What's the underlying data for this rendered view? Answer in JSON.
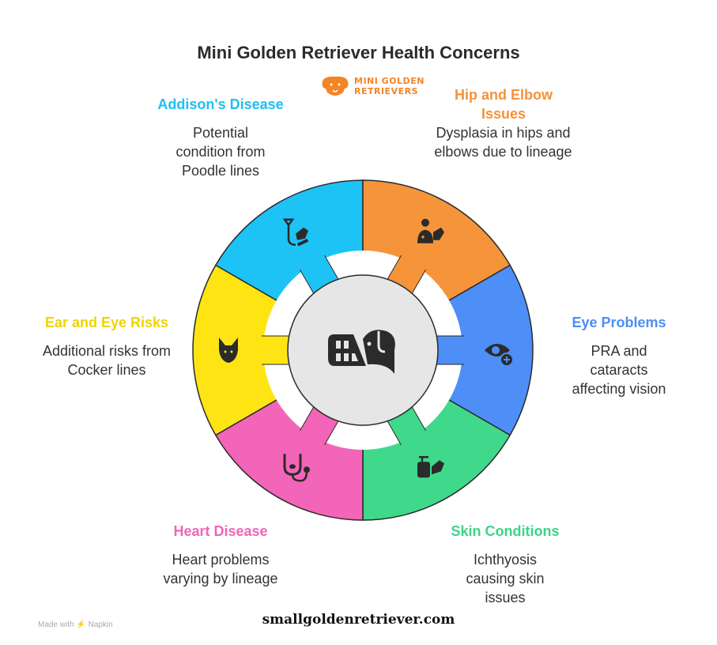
{
  "title": "Mini Golden Retriever Health Concerns",
  "logo": {
    "line1": "MINI GOLDEN",
    "line2": "RETRIEVERS",
    "color": "#F58424"
  },
  "segments": [
    {
      "id": "addisons",
      "title": "Addison's Disease",
      "desc": "Potential condition from Poodle lines",
      "color": "#1EC3F5",
      "text_color": "#1EBFF2",
      "icon": "stethoscope-dog-icon"
    },
    {
      "id": "hip-elbow",
      "title": "Hip and Elbow Issues",
      "desc": "Dysplasia in hips and elbows due to lineage",
      "color": "#F5943A",
      "text_color": "#F5913A",
      "icon": "vet-with-dog-icon"
    },
    {
      "id": "eye-problems",
      "title": "Eye Problems",
      "desc": "PRA and cataracts affecting vision",
      "color": "#4D8EF7",
      "text_color": "#4D8EF7",
      "icon": "eye-plus-icon"
    },
    {
      "id": "skin",
      "title": "Skin Conditions",
      "desc": "Ichthyosis causing skin issues",
      "color": "#40D98C",
      "text_color": "#3DD488",
      "icon": "soap-dog-icon"
    },
    {
      "id": "heart",
      "title": "Heart Disease",
      "desc": "Heart problems varying by lineage",
      "color": "#F265B8",
      "text_color": "#F265B8",
      "icon": "paw-stethoscope-icon"
    },
    {
      "id": "ear-eye",
      "title": "Ear and Eye Risks",
      "desc": "Additional risks from Cocker lines",
      "color": "#FFE414",
      "text_color": "#F0D400",
      "icon": "dog-head-icon"
    }
  ],
  "center_icon": "dog-muzzle-icon",
  "footer": "smallgoldenretriever.com",
  "made_with": "Made with ⚡ Napkin"
}
